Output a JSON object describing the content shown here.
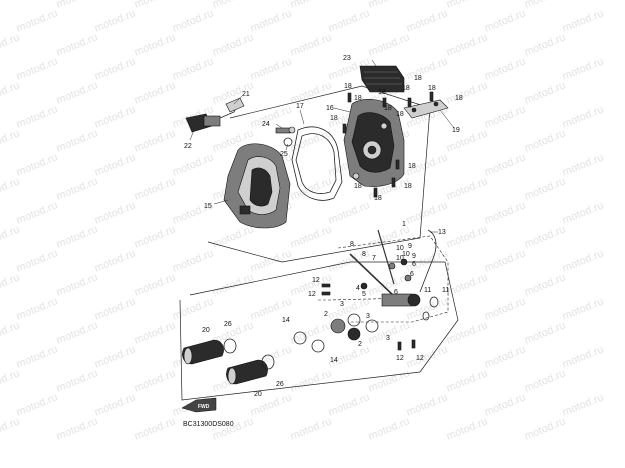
{
  "watermark": {
    "text": "motod.ru"
  },
  "callouts": {
    "c1": "1",
    "c2": "2",
    "c3": "3",
    "c4": "4",
    "c5": "5",
    "c6": "6",
    "c7": "7",
    "c8": "8",
    "c9": "9",
    "c10": "10",
    "c11": "11",
    "c12": "12",
    "c13": "13",
    "c14": "14",
    "c15": "15",
    "c16": "16",
    "c17": "17",
    "c18": "18",
    "c19": "19",
    "c20": "20",
    "c21": "21",
    "c22": "22",
    "c23": "23",
    "c24": "24",
    "c25": "25",
    "c26": "26"
  },
  "diagram_code": "BC31300DS080",
  "direction_badge": "FWD"
}
